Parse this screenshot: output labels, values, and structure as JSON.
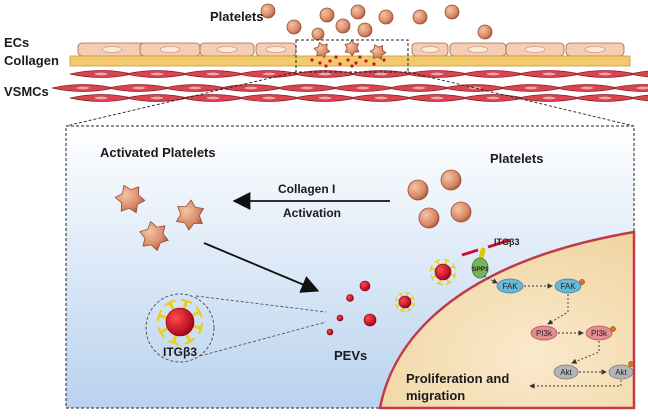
{
  "top": {
    "platelets_label": "Platelets",
    "ecs_label": "ECs",
    "collagen_label": "Collagen",
    "vsmcs_label": "VSMCs"
  },
  "panel": {
    "activated_label": "Activated Platelets",
    "platelets_label": "Platelets",
    "arrow_top_label": "Collagen I",
    "arrow_bottom_label": "Activation",
    "pevs_label": "PEVs",
    "itgb3_zoom_label": "ITGβ3",
    "itgb3_receptor_label": "ITGβ3",
    "spp1_label": "SPP1",
    "pathway": {
      "fak1": "FAK",
      "fak2": "FAK",
      "pi3k1": "PI3k",
      "pi3k2": "PI3k",
      "akt1": "Akt",
      "akt2": "Akt"
    },
    "outcome_line1": "Proliferation and",
    "outcome_line2": "migration"
  },
  "colors": {
    "endothelial": "#f6cdb3",
    "collagen": "#f3c96d",
    "vsmc": "#d9444f",
    "platelet": "#d98865",
    "pev": "#c8102e",
    "receptor": "#f0e040",
    "cell": "#f6e3bf",
    "fak": "#69b8d6",
    "pi3k": "#e58c93",
    "akt": "#b4b4b4",
    "spp1": "#77b45e"
  }
}
